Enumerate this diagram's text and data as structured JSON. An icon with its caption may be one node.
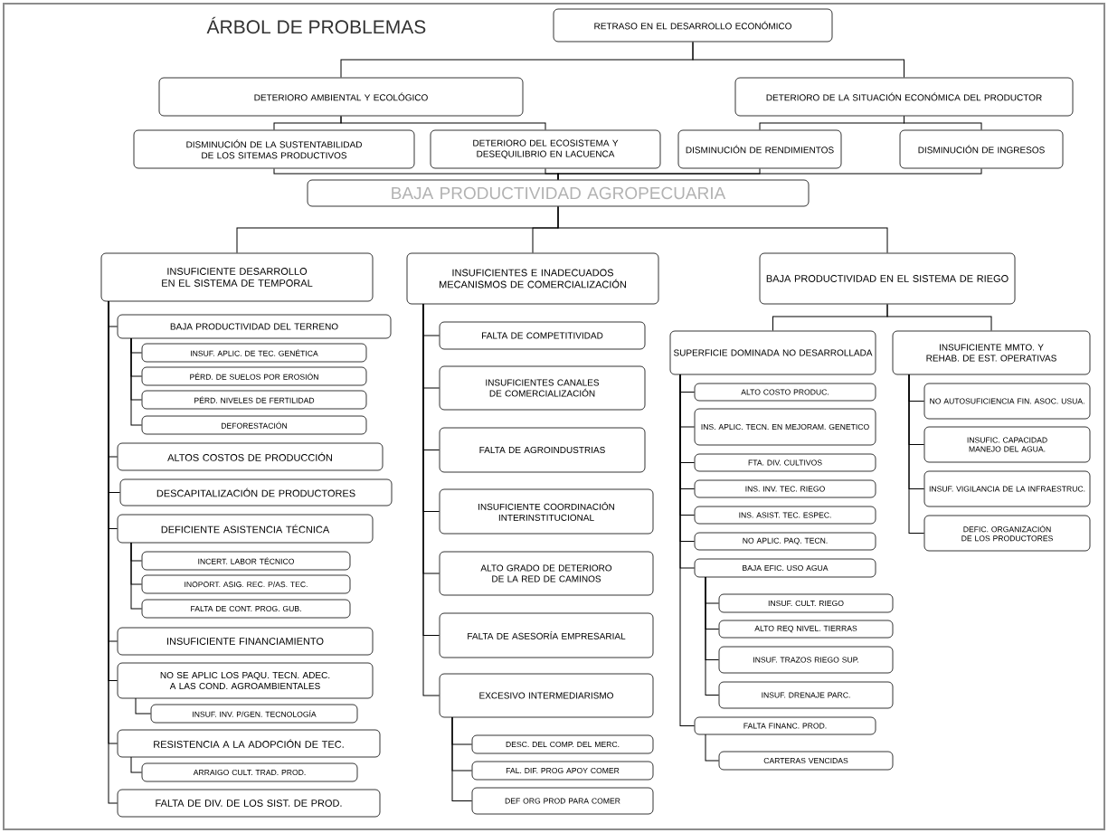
{
  "diagram": {
    "title": "ÁRBOL DE PROBLEMAS",
    "nodes": [
      {
        "text": [
          "RETRASO EN EL DESARROLLO ECONÓMICO"
        ]
      },
      {
        "text": [
          "DETERIORO AMBIENTAL Y ECOLÓGICO"
        ]
      },
      {
        "text": [
          "DETERIORO DE LA SITUACIÓN ECONÓMICA DEL PRODUCTOR"
        ]
      },
      {
        "text": [
          "DISMINUCIÓN DE LA SUSTENTABILIDAD DE LOS SITEMAS PRODUCTIVOS"
        ]
      },
      {
        "text": [
          "DETERIORO DEL ECOSISTEMA Y DESEQUILIBRIO EN LACUENCA"
        ]
      },
      {
        "text": [
          "DISMINUCIÓN DE RENDIMIENTOS"
        ]
      },
      {
        "text": [
          "DISMINUCIÓN DE INGRESOS"
        ]
      },
      {
        "text": [
          "BAJA PRODUCTIVIDAD AGROPECUARIA"
        ]
      },
      {
        "text": [
          "INSUFICIENTE DESARROLLO EN EL SISTEMA DE TEMPORAL"
        ]
      },
      {
        "text": [
          "INSUFICIENTES E INADECUADOS MECANISMOS DE COMERCIALIZACIÓN"
        ]
      },
      {
        "text": [
          "BAJA PRODUCTIVIDAD EN EL SISTEMA DE RIEGO"
        ]
      },
      {
        "text": [
          "BAJA PRODUCTIVIDAD DEL TERRENO"
        ]
      },
      {
        "text": [
          "INSUF. APLIC. DE TEC. GENÉTICA"
        ]
      },
      {
        "text": [
          "PÉRD. DE SUELOS POR EROSIÓN"
        ]
      },
      {
        "text": [
          "PÉRD. NIVELES DE FERTILIDAD"
        ]
      },
      {
        "text": [
          "DEFORESTACIÓN"
        ]
      },
      {
        "text": [
          "ALTOS COSTOS DE PRODUCCIÓN"
        ]
      },
      {
        "text": [
          "DESCAPITALIZACIÓN DE PRODUCTORES"
        ]
      },
      {
        "text": [
          "DEFICIENTE ASISTENCIA TÉCNICA"
        ]
      },
      {
        "text": [
          "INCERT. LABOR TÉCNICO"
        ]
      },
      {
        "text": [
          "INOPORT. ASIG. REC. P/AS. TEC."
        ]
      },
      {
        "text": [
          "FALTA DE CONT. PROG. GUB."
        ]
      },
      {
        "text": [
          "INSUFICIENTE FINANCIAMIENTO"
        ]
      },
      {
        "text": [
          "NO SE APLIC LOS PAQU. TECN. ADEC. A LAS COND. AGROAMBIENTALES"
        ]
      },
      {
        "text": [
          "INSUF. INV. P/GEN. TECNOLOGÍA"
        ]
      },
      {
        "text": [
          "RESISTENCIA A LA ADOPCIÓN DE TEC."
        ]
      },
      {
        "text": [
          "ARRAIGO CULT. TRAD. PROD."
        ]
      },
      {
        "text": [
          "FALTA DE DIV. DE LOS SIST. DE PROD."
        ]
      },
      {
        "text": [
          "FALTA DE COMPETITIVIDAD"
        ]
      },
      {
        "text": [
          "INSUFICIENTES CANALES DE COMERCIALIZACIÓN"
        ]
      },
      {
        "text": [
          "FALTA DE AGROINDUSTRIAS"
        ]
      },
      {
        "text": [
          "INSUFICIENTE COORDINACIÓN INTERINSTITUCIONAL"
        ]
      },
      {
        "text": [
          "ALTO GRADO DE DETERIORO DE LA RED DE CAMINOS"
        ]
      },
      {
        "text": [
          "FALTA DE ASESORÍA EMPRESARIAL"
        ]
      },
      {
        "text": [
          "EXCESIVO INTERMEDIARISMO"
        ]
      },
      {
        "text": [
          "DESC. DEL COMP. DEL MERC."
        ]
      },
      {
        "text": [
          "FAL. DIF. PROG APOY COMER"
        ]
      },
      {
        "text": [
          "DEF ORG PROD PARA COMER"
        ]
      },
      {
        "text": [
          "SUPERFICIE DOMINADA NO DESARROLLADA"
        ]
      },
      {
        "text": [
          "ALTO COSTO PRODUC."
        ]
      },
      {
        "text": [
          "INS. APLIC. TECN. EN MEJORAM. GENETICO"
        ]
      },
      {
        "text": [
          "FTA. DIV. CULTIVOS"
        ]
      },
      {
        "text": [
          "INS. INV. TEC. RIEGO"
        ]
      },
      {
        "text": [
          "INS. ASIST. TEC. ESPEC."
        ]
      },
      {
        "text": [
          "NO APLIC. PAQ. TECN."
        ]
      },
      {
        "text": [
          "BAJA EFIC. USO AGUA"
        ]
      },
      {
        "text": [
          "INSUF. CULT. RIEGO"
        ]
      },
      {
        "text": [
          "ALTO REQ NIVEL. TIERRAS"
        ]
      },
      {
        "text": [
          "INSUF. TRAZOS RIEGO SUP."
        ]
      },
      {
        "text": [
          "INSUF. DRENAJE PARC."
        ]
      },
      {
        "text": [
          "FALTA FINANC. PROD."
        ]
      },
      {
        "text": [
          "CARTERAS VENCIDAS"
        ]
      },
      {
        "text": [
          "INSUFICIENTE MMTO. Y REHAB. DE EST. OPERATIVAS"
        ]
      },
      {
        "text": [
          "NO AUTOSUFICIENCIA FIN. ASOC. USUA."
        ]
      },
      {
        "text": [
          "INSUFIC. CAPACIDAD MANEJO DEL AGUA."
        ]
      },
      {
        "text": [
          "INSUF. VIGILANCIA DE LA INFRAESTRUC."
        ]
      },
      {
        "text": [
          "DEFIC. ORGANIZACIÓN DE LOS PRODUCTORES"
        ]
      }
    ],
    "edges": [
      {
        "from": 0,
        "to": 1,
        "arrow": "none"
      },
      {
        "from": 0,
        "to": 2,
        "arrow": "none"
      },
      {
        "from": 1,
        "to": 3,
        "arrow": "none"
      },
      {
        "from": 1,
        "to": 4,
        "arrow": "none"
      },
      {
        "from": 2,
        "to": 5,
        "arrow": "none"
      },
      {
        "from": 2,
        "to": 6,
        "arrow": "none"
      },
      {
        "from": 3,
        "to": 7,
        "arrow": "none"
      },
      {
        "from": 4,
        "to": 7,
        "arrow": "none"
      },
      {
        "from": 5,
        "to": 7,
        "arrow": "none"
      },
      {
        "from": 6,
        "to": 7,
        "arrow": "none"
      },
      {
        "from": 7,
        "to": 8,
        "arrow": "none"
      },
      {
        "from": 7,
        "to": 9,
        "arrow": "none"
      },
      {
        "from": 7,
        "to": 10,
        "arrow": "none"
      },
      {
        "from": 8,
        "to": 11,
        "arrow": "none"
      },
      {
        "from": 11,
        "to": 12,
        "arrow": "none"
      },
      {
        "from": 11,
        "to": 13,
        "arrow": "none"
      },
      {
        "from": 11,
        "to": 14,
        "arrow": "none"
      },
      {
        "from": 11,
        "to": 15,
        "arrow": "none"
      },
      {
        "from": 8,
        "to": 16,
        "arrow": "none"
      },
      {
        "from": 8,
        "to": 17,
        "arrow": "none"
      },
      {
        "from": 8,
        "to": 18,
        "arrow": "none"
      },
      {
        "from": 18,
        "to": 19,
        "arrow": "none"
      },
      {
        "from": 18,
        "to": 20,
        "arrow": "none"
      },
      {
        "from": 18,
        "to": 21,
        "arrow": "none"
      },
      {
        "from": 8,
        "to": 22,
        "arrow": "none"
      },
      {
        "from": 8,
        "to": 23,
        "arrow": "none"
      },
      {
        "from": 23,
        "to": 24,
        "arrow": "none"
      },
      {
        "from": 8,
        "to": 25,
        "arrow": "none"
      },
      {
        "from": 25,
        "to": 26,
        "arrow": "none"
      },
      {
        "from": 8,
        "to": 27,
        "arrow": "none"
      },
      {
        "from": 9,
        "to": 28,
        "arrow": "none"
      },
      {
        "from": 9,
        "to": 29,
        "arrow": "none"
      },
      {
        "from": 9,
        "to": 30,
        "arrow": "none"
      },
      {
        "from": 9,
        "to": 31,
        "arrow": "none"
      },
      {
        "from": 9,
        "to": 32,
        "arrow": "none"
      },
      {
        "from": 9,
        "to": 33,
        "arrow": "none"
      },
      {
        "from": 9,
        "to": 34,
        "arrow": "none"
      },
      {
        "from": 34,
        "to": 35,
        "arrow": "none"
      },
      {
        "from": 34,
        "to": 36,
        "arrow": "none"
      },
      {
        "from": 34,
        "to": 37,
        "arrow": "none"
      },
      {
        "from": 10,
        "to": 38,
        "arrow": "none"
      },
      {
        "from": 10,
        "to": 52,
        "arrow": "none"
      },
      {
        "from": 38,
        "to": 39,
        "arrow": "none"
      },
      {
        "from": 38,
        "to": 40,
        "arrow": "none"
      },
      {
        "from": 38,
        "to": 41,
        "arrow": "none"
      },
      {
        "from": 38,
        "to": 42,
        "arrow": "none"
      },
      {
        "from": 38,
        "to": 43,
        "arrow": "none"
      },
      {
        "from": 38,
        "to": 44,
        "arrow": "none"
      },
      {
        "from": 38,
        "to": 45,
        "arrow": "none"
      },
      {
        "from": 45,
        "to": 46,
        "arrow": "none"
      },
      {
        "from": 45,
        "to": 47,
        "arrow": "none"
      },
      {
        "from": 45,
        "to": 48,
        "arrow": "none"
      },
      {
        "from": 45,
        "to": 49,
        "arrow": "none"
      },
      {
        "from": 38,
        "to": 50,
        "arrow": "none"
      },
      {
        "from": 50,
        "to": 51,
        "arrow": "none"
      },
      {
        "from": 52,
        "to": 53,
        "arrow": "none"
      },
      {
        "from": 52,
        "to": 54,
        "arrow": "none"
      },
      {
        "from": 52,
        "to": 55,
        "arrow": "none"
      },
      {
        "from": 52,
        "to": 56,
        "arrow": "none"
      }
    ]
  }
}
